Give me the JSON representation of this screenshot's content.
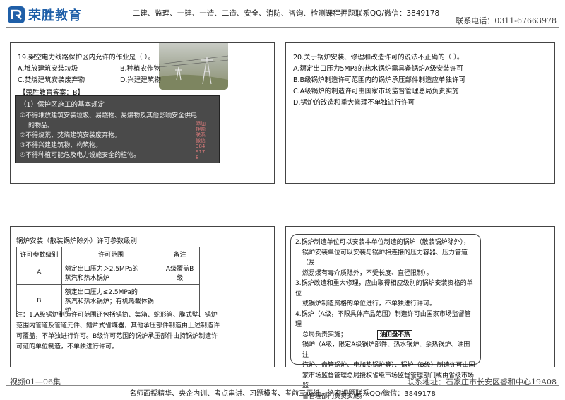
{
  "header": {
    "logo_text": "荣胜教育",
    "banner": "二建、监理、一建、一造、二造、安全、消防、咨询、检测课程押题联系QQ/微信：3849178",
    "phone": "联系电话：0311-67663978"
  },
  "q19": {
    "stem": "19.架空电力线路保护区内允许的作业是（ ）。",
    "options": [
      "A.堆放建筑安装垃圾",
      "B.种植农作物",
      "C.焚烧建筑安装废弃物",
      "D.兴建建筑物"
    ],
    "answer": "【荣胜教育答案：B】",
    "rules_title": "（1）保护区施工的基本规定",
    "rules": [
      "①不得堆放建筑安装垃圾、易燃物、易爆物及其他影响安全供电",
      "的物品。",
      "②不得烧荒、焚烧建筑安装废弃物。",
      "③不得兴建建筑物、构筑物。",
      "④不得种植可能危及电力设施安全的植物。"
    ],
    "watermark": "添加押题联系微信3849178"
  },
  "q20": {
    "stem": "20.关于锅炉安装、修理和改造许可的说法不正确的（ ）。",
    "options": [
      "A.额定出口压力5MPa的热水锅炉需具备锅炉A级安装许可",
      "B.B级锅炉制造许可范围内的锅炉承压部件制造应单独许可",
      "C.A级锅炉的制造许可由国家市场监督管理总局负责实施",
      "D.锅炉的改造和重大修理不单独进行许可"
    ]
  },
  "permit_table": {
    "title": "锅炉安装（散装锅炉除外）许可参数级别",
    "headers": [
      "许可参数级别",
      "许可范围",
      "备注"
    ],
    "rows": [
      {
        "level": "A",
        "range": [
          "额定出口压力＞2.5MPa的",
          "蒸汽和热水锅炉"
        ],
        "remark": "A级覆盖B级"
      },
      {
        "level": "B",
        "range": [
          "额定出口压力≤2.5MPa的",
          "蒸汽和热水锅炉；有机热载体锅炉"
        ],
        "remark": ""
      }
    ],
    "note": "注：1.A级锅炉制造许可范围还包括锅筒、集箱、蛇形管、膜式壁、锅炉范围内管道及管道元件、鳍片式省煤器，其他承压部件制造由上述制造许可覆盖，不单独进行许可。B级许可范围的锅炉承压部件由持锅炉制造许可证的单位制造，不单独进行许可。"
  },
  "notes": {
    "lines": [
      "2.锅炉制造单位可以安装本单位制造的锅炉（散装锅炉除外），",
      "锅炉安装单位可以安装与锅炉相连接的压力容器、压力管道（易",
      "燃易爆有毒介质除外，不受长度、直径限制）。",
      "3.锅炉改造和重大修理，应由取得相应级别的锅炉安装资格的单位",
      "或锅炉制造资格的单位进行，不单独进行许可。",
      "4.锅炉（A级，不限具体产品范围）制造许可由国家市场监督管理",
      "总局负责实施；",
      "锅炉（A级，限定A级锅炉部件、热水锅炉、余热锅炉、油田注",
      "汽炉、盘管锅炉、电加热锅炉等）、锅炉（B级）制造许可由国",
      "家市场监督管理总局授权省级市场监督管理部门或由省级市场监",
      "督管理部门负责实施。"
    ],
    "tag": "油田盘不热"
  },
  "footer": {
    "video": "视频01—06集",
    "address": "联系地址：石家庄市长安区睿和中心19A08",
    "banner": "名师面授精华、央企内训、考点串讲、习题模考、考前三页纸、绝密押题联系QQ/微信：3849178"
  },
  "colors": {
    "brand": "#1f5fa8",
    "dark_box": "#4a4a4a",
    "watermark": "#d97a7a"
  }
}
